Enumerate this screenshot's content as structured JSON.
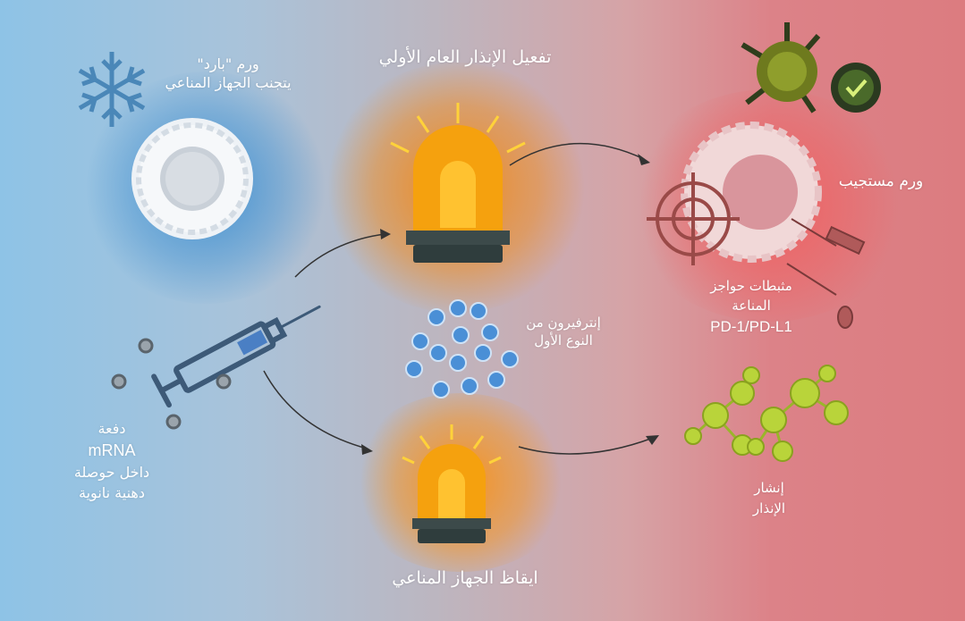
{
  "labels": {
    "cold_tumor": [
      "ورم \"بارد\"",
      "يتجنب الجهاز المناعي"
    ],
    "initial_alarm": "تفعيل الإنذار العام الأولي",
    "interferon": [
      "إنترفيرون من",
      "النوع الأول"
    ],
    "mrna_dose": [
      "دفعة",
      "mRNA",
      "داخل حوصلة",
      "دهنية نانوية"
    ],
    "wake_immune": "ايقاظ الجهاز المناعي",
    "responsive_tumor": "ورم مستجيب",
    "checkpoint": [
      "مثبطات حواجز",
      "المناعة",
      "PD-1/PD-L1"
    ],
    "alarm_spread": [
      "إنشار",
      "الإنذار"
    ]
  },
  "colors": {
    "cold": "#3f8fd0",
    "alarm": "#f08a1c",
    "hot": "#e0676f",
    "cell_green": "#b9d43a"
  }
}
